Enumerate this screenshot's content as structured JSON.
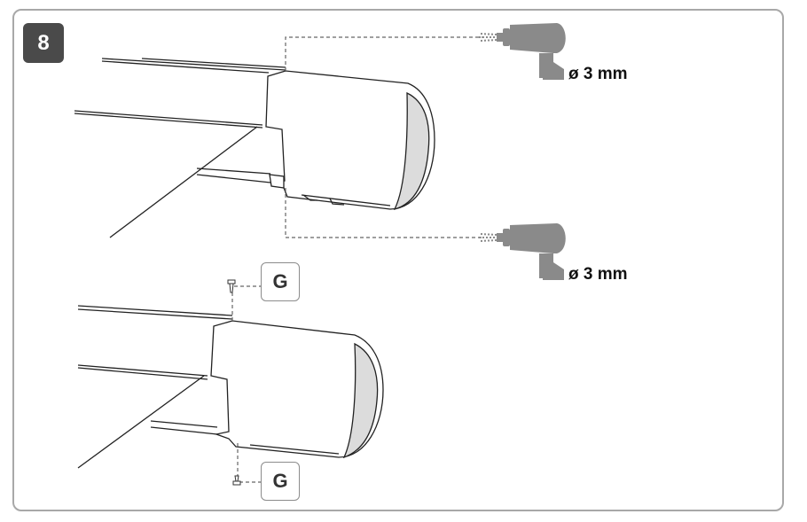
{
  "step": {
    "number": "8"
  },
  "drills": [
    {
      "label": "ø 3 mm",
      "icon": "drill-icon"
    },
    {
      "label": "ø 3 mm",
      "icon": "drill-icon"
    }
  ],
  "screws": [
    {
      "label": "G",
      "icon": "screw-icon"
    },
    {
      "label": "G",
      "icon": "screw-icon"
    }
  ],
  "colors": {
    "frame": "#a8a8a8",
    "badge": "#4a4a4a",
    "drill": "#8a8a8a",
    "cap_shade": "#dcdcdc"
  }
}
